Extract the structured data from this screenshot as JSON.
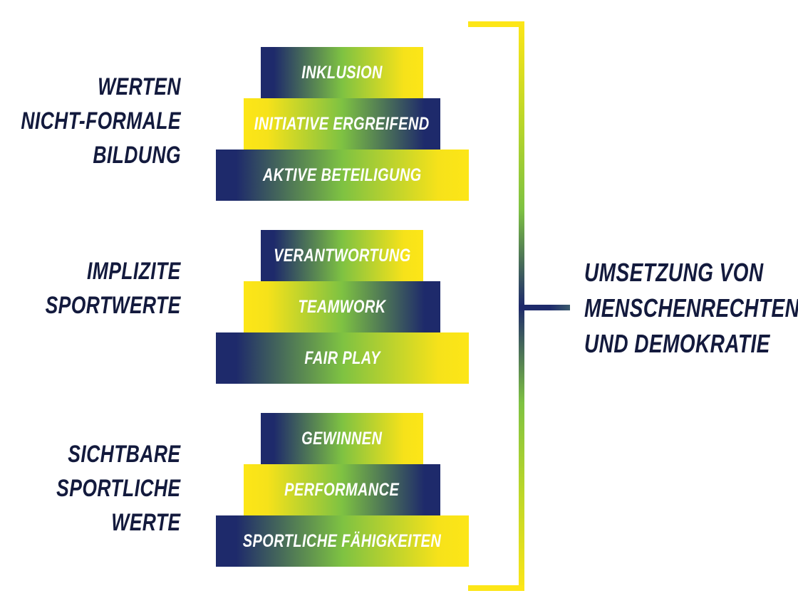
{
  "groups": [
    {
      "label_lines": [
        "WERTEN",
        "NICHT-FORMALE",
        "BILDUNG"
      ],
      "bars": [
        "INKLUSION",
        "INITIATIVE ERGREIFEND",
        "AKTIVE BETEILIGUNG"
      ]
    },
    {
      "label_lines": [
        "IMPLIZITE",
        "SPORTWERTE"
      ],
      "bars": [
        "VERANTWORTUNG",
        "TEAMWORK",
        "FAIR PLAY"
      ]
    },
    {
      "label_lines": [
        "SICHTBARE",
        "SPORTLICHE",
        "WERTE"
      ],
      "bars": [
        "GEWINNEN",
        "PERFORMANCE",
        "SPORTLICHE FÄHIGKEITEN"
      ]
    }
  ],
  "outcome_lines": [
    "UMSETZUNG VON",
    "MENSCHENRECHTEN",
    "UND DEMOKRATIE"
  ],
  "colors": {
    "navy": "#1e2a6b",
    "green": "#7ec242",
    "yellow": "#fde617",
    "text": "#131a3d"
  }
}
